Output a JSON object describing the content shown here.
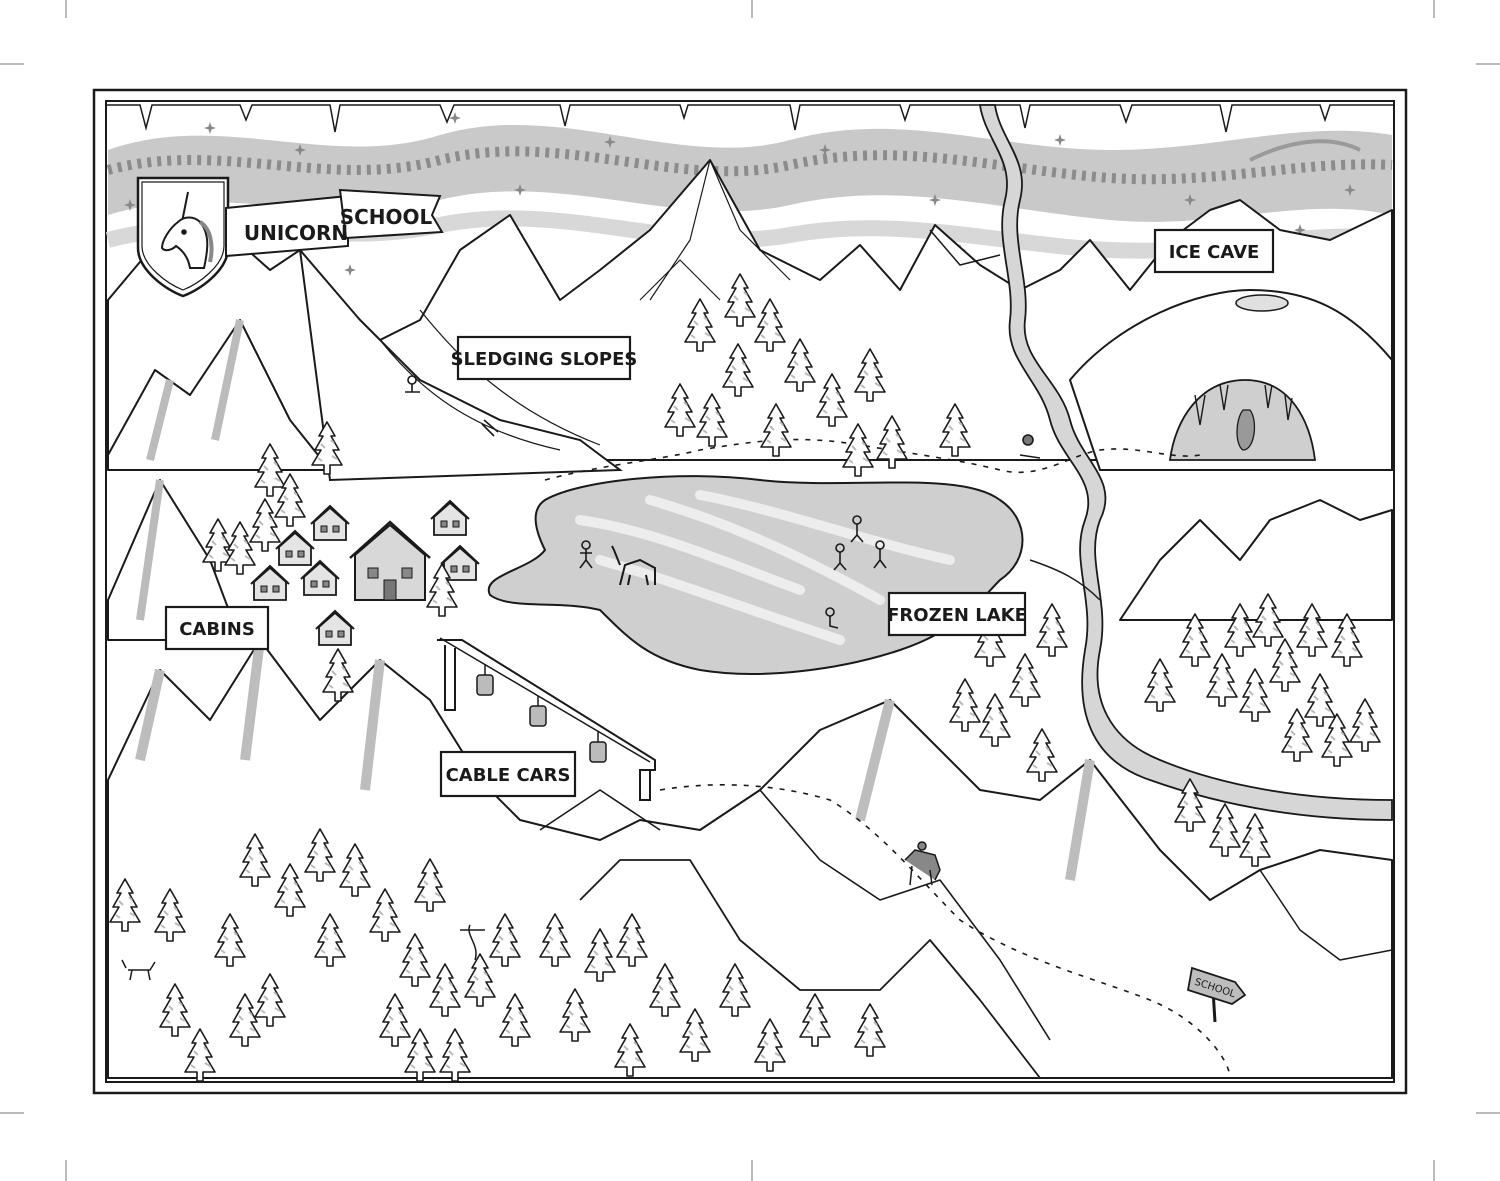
{
  "map": {
    "title_part1": "UNICORN",
    "title_part2": "SCHOOL",
    "labels": {
      "sledging_slopes": "SLEDGING SLOPES",
      "ice_cave": "ICE CAVE",
      "cabins": "CABINS",
      "frozen_lake": "FROZEN LAKE",
      "cable_cars": "CABLE CARS"
    },
    "signpost": "SCHOOL"
  },
  "icons": {
    "crest": "unicorn-head-icon",
    "trees": "pine-tree-icon",
    "cabins": "cabin-icon",
    "stars": "sparkle-icon"
  },
  "colors": {
    "ink": "#1a1a1a",
    "snow_shadow": "#d0d0d0",
    "aurora": "#bdbdbd",
    "lake": "#cfcfcf",
    "river": "#d6d6d6"
  }
}
